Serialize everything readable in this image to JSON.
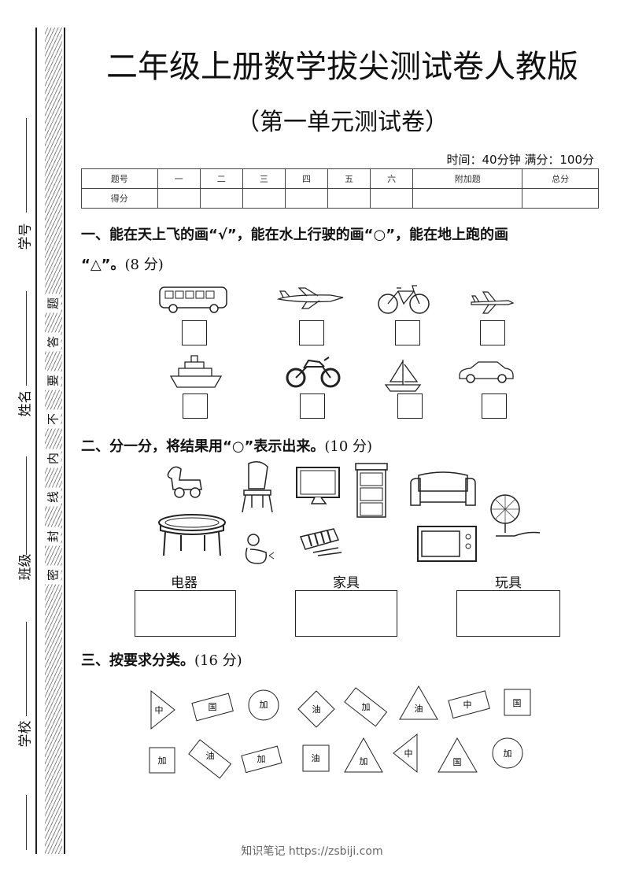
{
  "margin": {
    "labels": [
      "学号",
      "姓名",
      "班级",
      "学校"
    ],
    "seal_text": [
      "题",
      "答",
      "要",
      "不",
      "内",
      "线",
      "封",
      "密"
    ]
  },
  "header": {
    "title": "二年级上册数学拔尖测试卷人教版",
    "subtitle": "（第一单元测试卷）",
    "time_info": "时间：40分钟  满分：100分"
  },
  "score_table": {
    "headers": [
      "题号",
      "一",
      "二",
      "三",
      "四",
      "五",
      "六",
      "附加题",
      "总分"
    ],
    "row_label": "得分"
  },
  "section1": {
    "text": "一、能在天上飞的画“√”，能在水上行驶的画“○”，能在地上跑的画",
    "text2": "“△”。",
    "points": "(8 分)",
    "items": [
      "bus",
      "airplane",
      "bicycle",
      "jet-plane",
      "ship",
      "motorcycle",
      "sailboat",
      "car"
    ]
  },
  "section2": {
    "text": "二、分一分，将结果用“○”表示出来。",
    "points": "(10 分)",
    "items": [
      "toy-dog",
      "chair",
      "television",
      "cabinet",
      "sofa",
      "fan",
      "table",
      "toy-duck",
      "xylophone",
      "microwave"
    ],
    "categories": [
      "电器",
      "家具",
      "玩具"
    ]
  },
  "section3": {
    "text": "三、按要求分类。",
    "points": "(16 分)",
    "shapes": [
      {
        "shape": "triangle",
        "label": "中"
      },
      {
        "shape": "rectangle",
        "label": "国"
      },
      {
        "shape": "circle",
        "label": "加"
      },
      {
        "shape": "square",
        "label": "油"
      },
      {
        "shape": "rectangle",
        "label": "加"
      },
      {
        "shape": "triangle",
        "label": "油"
      },
      {
        "shape": "rectangle",
        "label": "中"
      },
      {
        "shape": "square",
        "label": "国"
      },
      {
        "shape": "square",
        "label": "加"
      },
      {
        "shape": "rectangle",
        "label": "油"
      },
      {
        "shape": "rectangle",
        "label": "加"
      },
      {
        "shape": "square",
        "label": "油"
      },
      {
        "shape": "triangle",
        "label": "加"
      },
      {
        "shape": "triangle",
        "label": "中"
      },
      {
        "shape": "triangle",
        "label": "国"
      },
      {
        "shape": "circle",
        "label": "加"
      }
    ]
  },
  "footer": {
    "watermark": "知识笔记 https://zsbiji.com"
  }
}
